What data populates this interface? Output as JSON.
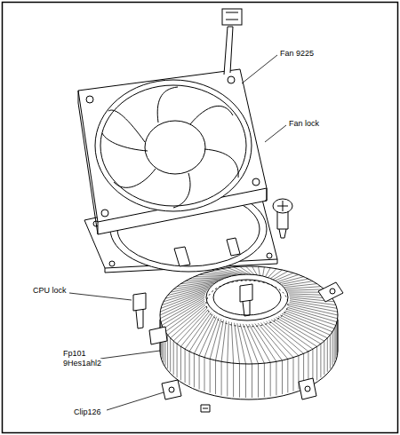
{
  "diagram": {
    "labels": [
      "Fan 9225",
      "Fan lock",
      "CPU lock",
      "Fp101",
      "9Hes1ahl2",
      "Clip126"
    ]
  }
}
